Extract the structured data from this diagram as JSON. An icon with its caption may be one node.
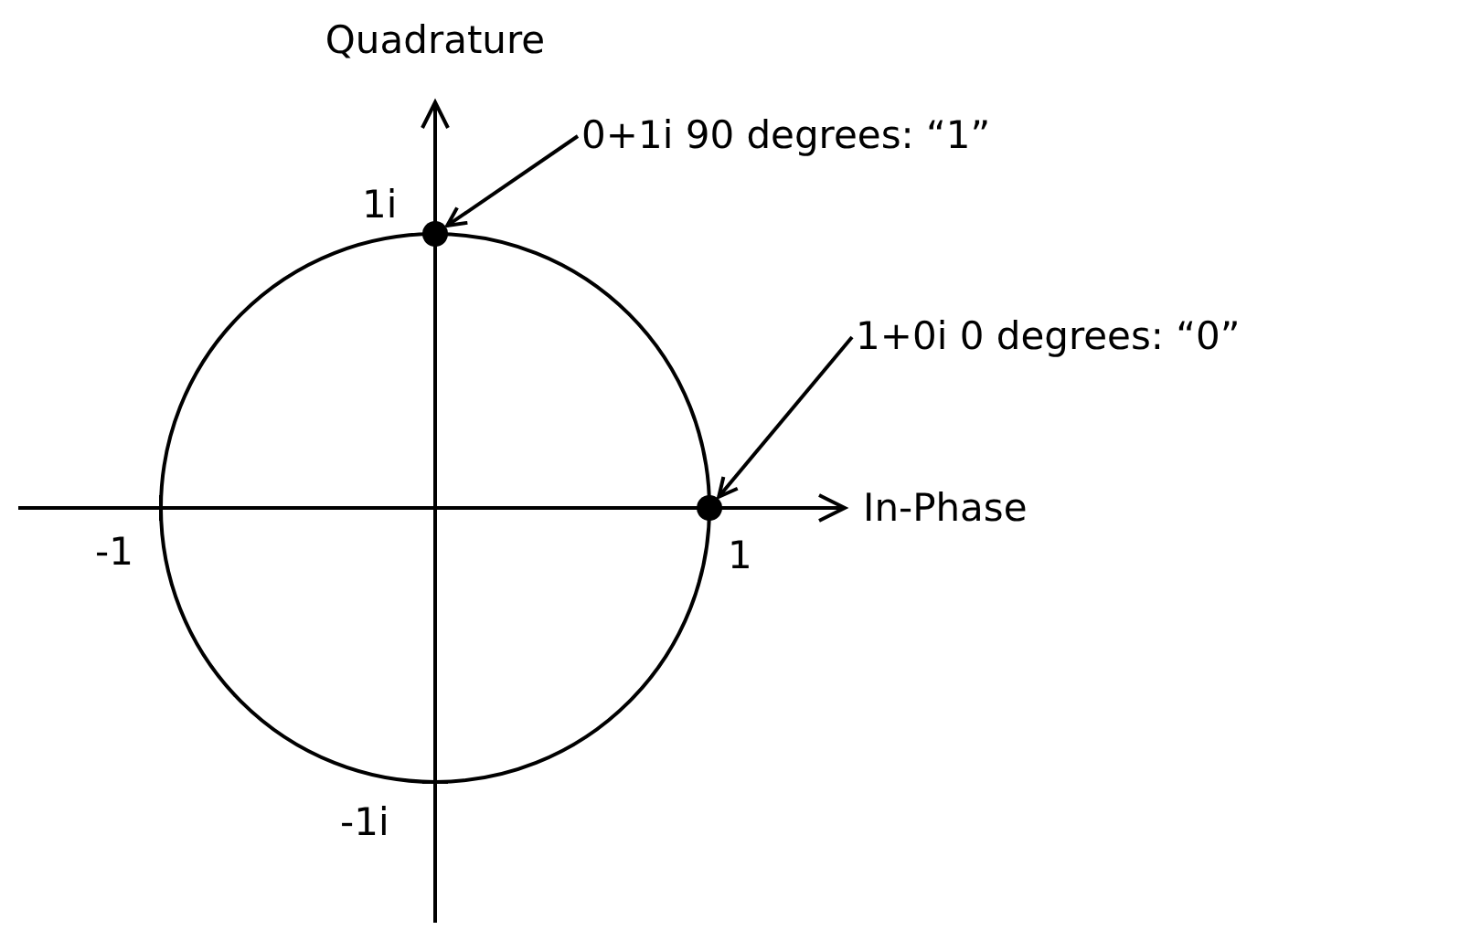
{
  "diagram": {
    "nodes": [
      {
        "text": [
          "0+1i 90 degrees: “1”"
        ]
      },
      {
        "text": [],
        "shape": "circle"
      },
      {
        "text": [
          "1+0i 0 degrees: “0”"
        ]
      },
      {
        "text": [],
        "shape": "circle"
      }
    ],
    "edges": [
      {
        "from": 0,
        "to": 1,
        "arrow": "to"
      },
      {
        "from": 2,
        "to": 3,
        "arrow": "to"
      }
    ],
    "labels": [
      "Quadrature",
      "1i",
      "In-Phase",
      "-1",
      "1",
      "-1i"
    ]
  }
}
